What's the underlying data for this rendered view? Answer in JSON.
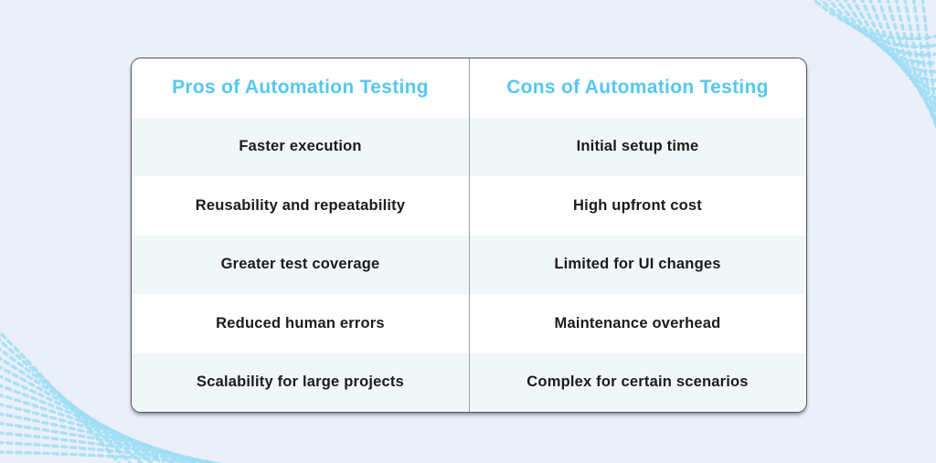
{
  "colors": {
    "background": "#ebeffa",
    "accent": "#56c7f0",
    "row_alt": "#f1f6f8",
    "text": "#1b1b1b",
    "divider": "#9aa1a7",
    "card_border": "#51565c",
    "pattern_dots": "#9fdef4"
  },
  "table": {
    "pros_header": "Pros of Automation Testing",
    "cons_header": "Cons of Automation Testing",
    "rows": [
      {
        "pros": "Faster execution",
        "cons": "Initial setup time"
      },
      {
        "pros": "Reusability and repeatability",
        "cons": "High upfront cost"
      },
      {
        "pros": "Greater test coverage",
        "cons": "Limited for UI changes"
      },
      {
        "pros": "Reduced human errors",
        "cons": "Maintenance overhead"
      },
      {
        "pros": "Scalability for large projects",
        "cons": "Complex for certain scenarios"
      }
    ]
  },
  "chart_data": {
    "type": "table",
    "title": "",
    "columns": [
      "Pros of Automation Testing",
      "Cons of Automation Testing"
    ],
    "rows": [
      [
        "Faster execution",
        "Initial setup time"
      ],
      [
        "Reusability and repeatability",
        "High upfront cost"
      ],
      [
        "Greater test coverage",
        "Limited for UI changes"
      ],
      [
        "Reduced human errors",
        "Maintenance overhead"
      ],
      [
        "Scalability for large projects",
        "Complex for certain scenarios"
      ]
    ],
    "layout_hints": {
      "header_color": "#56c7f0",
      "alternating_rows": true,
      "column_divider": true
    }
  },
  "decorations": [
    {
      "name": "dotted-wave-top-right"
    },
    {
      "name": "dotted-wave-bottom-left"
    }
  ]
}
